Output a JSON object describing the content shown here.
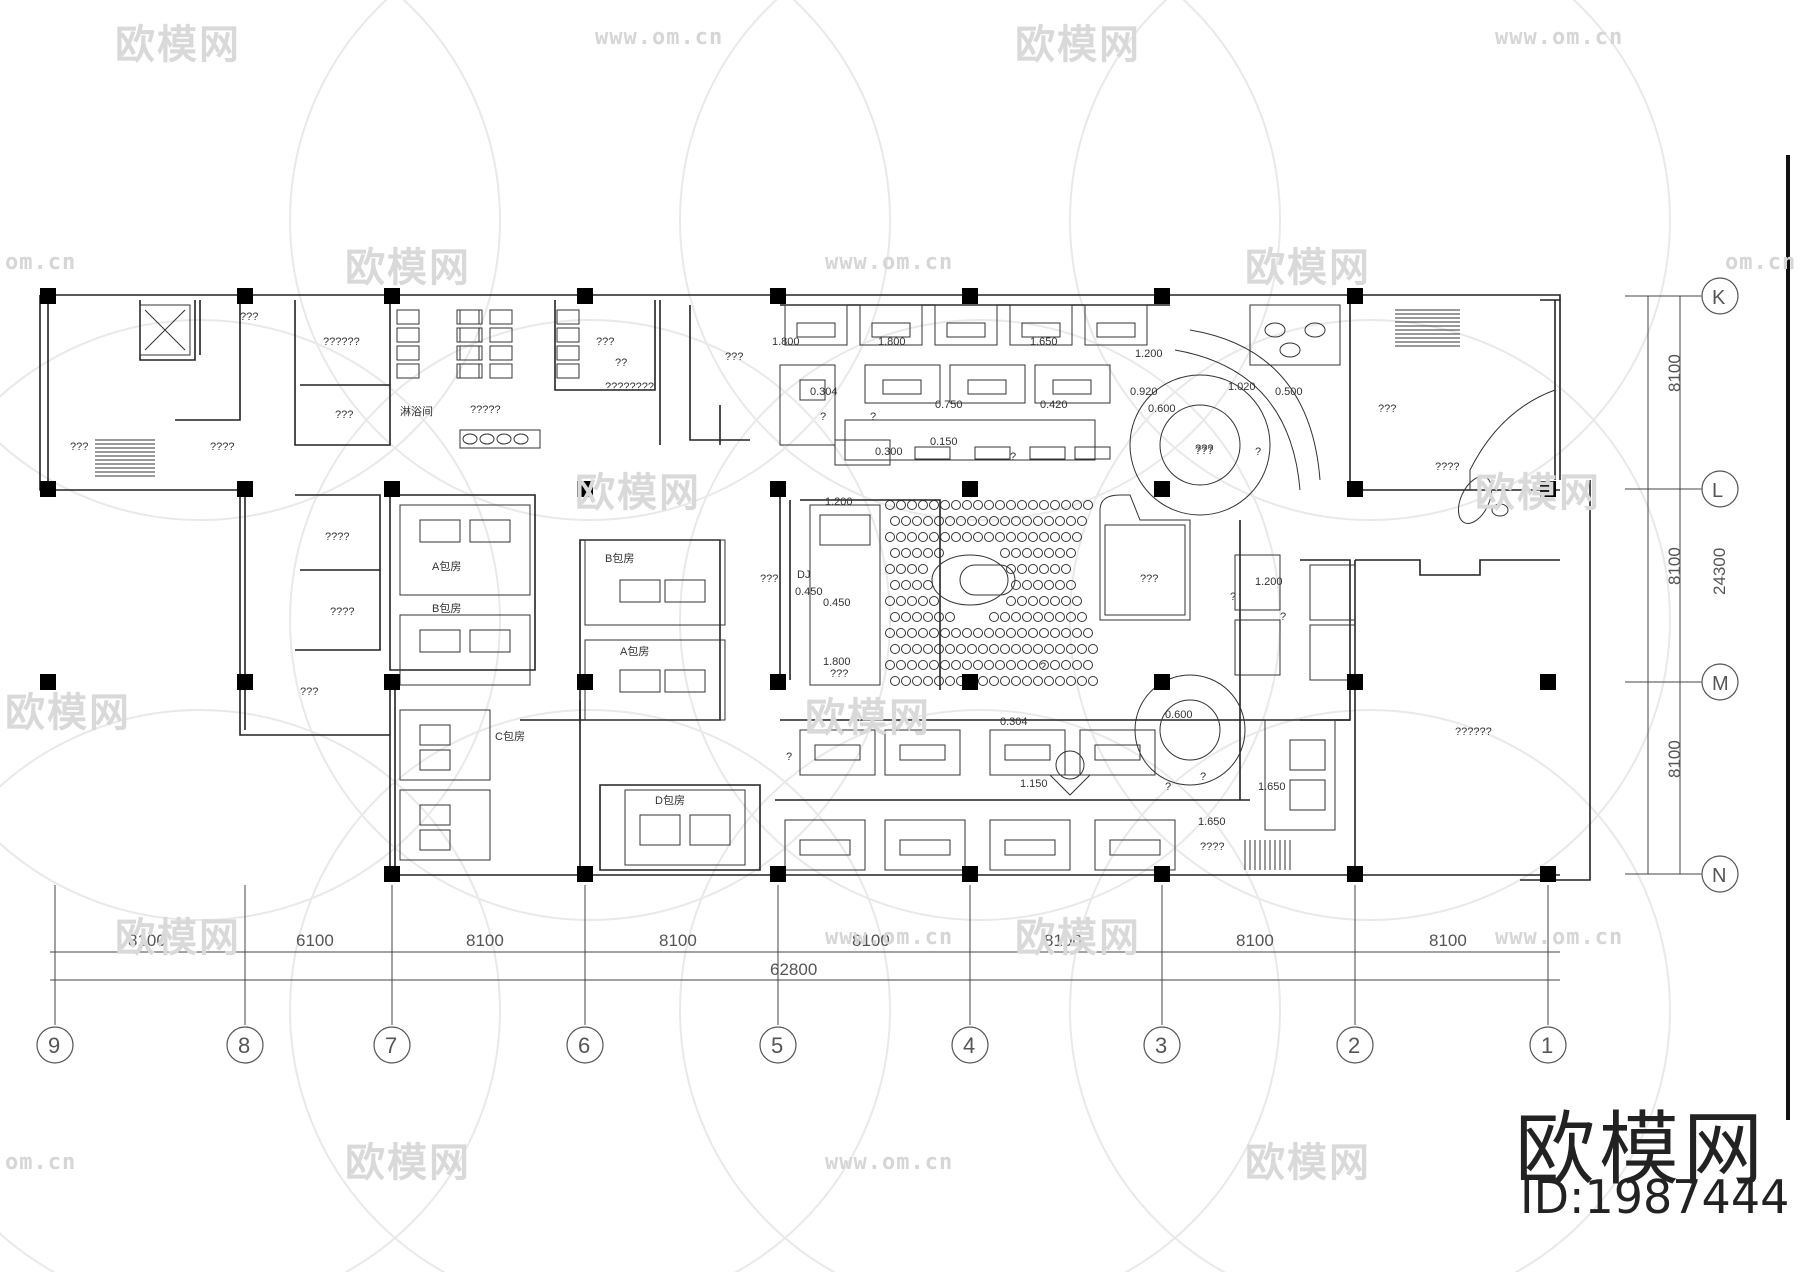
{
  "watermark": {
    "logo": "欧模网",
    "url": "www.om.cn",
    "short_url": "om.cn"
  },
  "brand": {
    "logo_text": "欧模网",
    "id_text": "ID:1987444"
  },
  "grid": {
    "columns": [
      "9",
      "8",
      "7",
      "6",
      "5",
      "4",
      "3",
      "2",
      "1"
    ],
    "rows": [
      "K",
      "L",
      "M",
      "N"
    ],
    "col_spans": [
      "8100",
      "6100",
      "8100",
      "8100",
      "8100",
      "8100",
      "8100",
      "8100"
    ],
    "total_width": "62800",
    "row_spans": [
      "8100",
      "8100",
      "8100"
    ],
    "total_height": "24300"
  },
  "rooms": {
    "q3": "???",
    "q4": "????",
    "q5": "?????",
    "q6": "??????",
    "q7": "???????",
    "q8": "????????",
    "q2": "??",
    "q1": "?",
    "a_room": "A包房",
    "b_room": "B包房",
    "c_room": "C包房",
    "d_room": "D包房",
    "shower": "淋浴间",
    "dj": "DJ"
  },
  "levels": [
    "1.200",
    "1.800",
    "1.650",
    "0.150",
    "0.450",
    "0.300",
    "0.600",
    "0.750",
    "1.020",
    "0.500",
    "0.920",
    "0.304",
    "1.150",
    "0.420"
  ]
}
